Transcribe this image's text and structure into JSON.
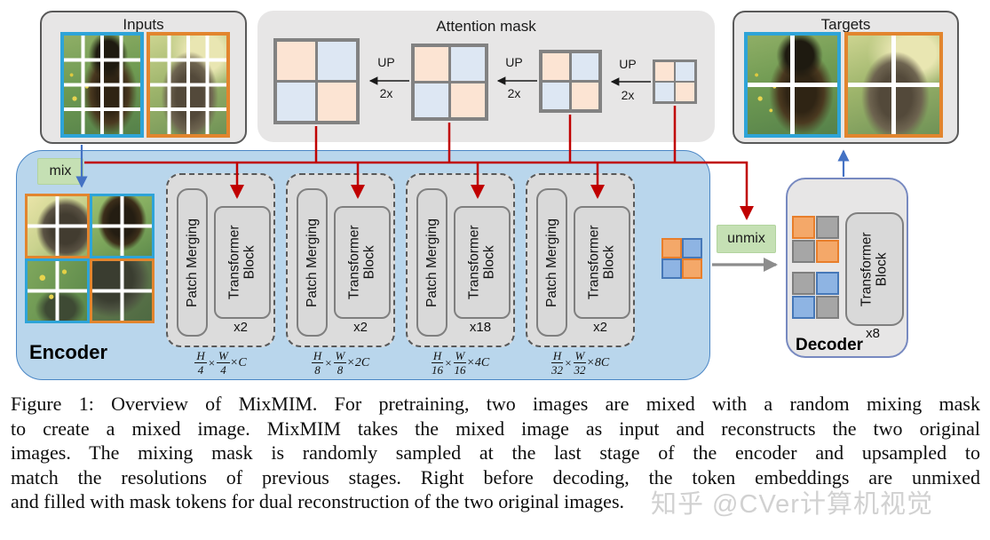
{
  "figure": {
    "inputs": {
      "title": "Inputs"
    },
    "attention_mask": {
      "title": "Attention mask",
      "up": "UP",
      "scale": "2x"
    },
    "targets": {
      "title": "Targets"
    },
    "mix": "mix",
    "unmix": "unmix",
    "times": "×",
    "encoder": {
      "label": "Encoder",
      "stages": [
        {
          "patch_merging": "Patch Merging",
          "transformer_block": "Transformer Block",
          "repeat": "x2",
          "dims": {
            "n1": "H",
            "d1": "4",
            "n2": "W",
            "d2": "4",
            "tail": "×C"
          }
        },
        {
          "patch_merging": "Patch Merging",
          "transformer_block": "Transformer Block",
          "repeat": "x2",
          "dims": {
            "n1": "H",
            "d1": "8",
            "n2": "W",
            "d2": "8",
            "tail": "×2C"
          }
        },
        {
          "patch_merging": "Patch Merging",
          "transformer_block": "Transformer Block",
          "repeat": "x18",
          "dims": {
            "n1": "H",
            "d1": "16",
            "n2": "W",
            "d2": "16",
            "tail": "×4C"
          }
        },
        {
          "patch_merging": "Patch Merging",
          "transformer_block": "Transformer Block",
          "repeat": "x2",
          "dims": {
            "n1": "H",
            "d1": "32",
            "n2": "W",
            "d2": "32",
            "tail": "×8C"
          }
        }
      ]
    },
    "decoder": {
      "label": "Decoder",
      "transformer_block": "Transformer Block",
      "repeat": "x8"
    }
  },
  "caption": {
    "lines": [
      "Figure 1: Overview of MixMIM. For pretraining, two images are mixed with a random mixing mask",
      "to create a mixed image. MixMIM takes the mixed image as input and reconstructs the two original",
      "images. The mixing mask is randomly sampled at the last stage of the encoder and upsampled to",
      "match the resolutions of previous stages. Right before decoding, the token embeddings are unmixed",
      "and filled with mask tokens for dual reconstruction of the two original images."
    ]
  },
  "watermark": "知乎 @CVer计算机视觉",
  "colors": {
    "arrow_red": "#c00000",
    "arrow_blue": "#4472c4",
    "arrow_gray": "#8c8c8c",
    "encoder_fill": "#b9d6ec",
    "box_gray": "#e7e6e6",
    "green": "#c5e0b4",
    "mask_peach": "#fce4d3",
    "mask_blue": "#dde7f3",
    "token_orange": "#ed7d31",
    "token_blue": "#8eb4e3",
    "mask_token_gray": "#a6a6a6"
  }
}
